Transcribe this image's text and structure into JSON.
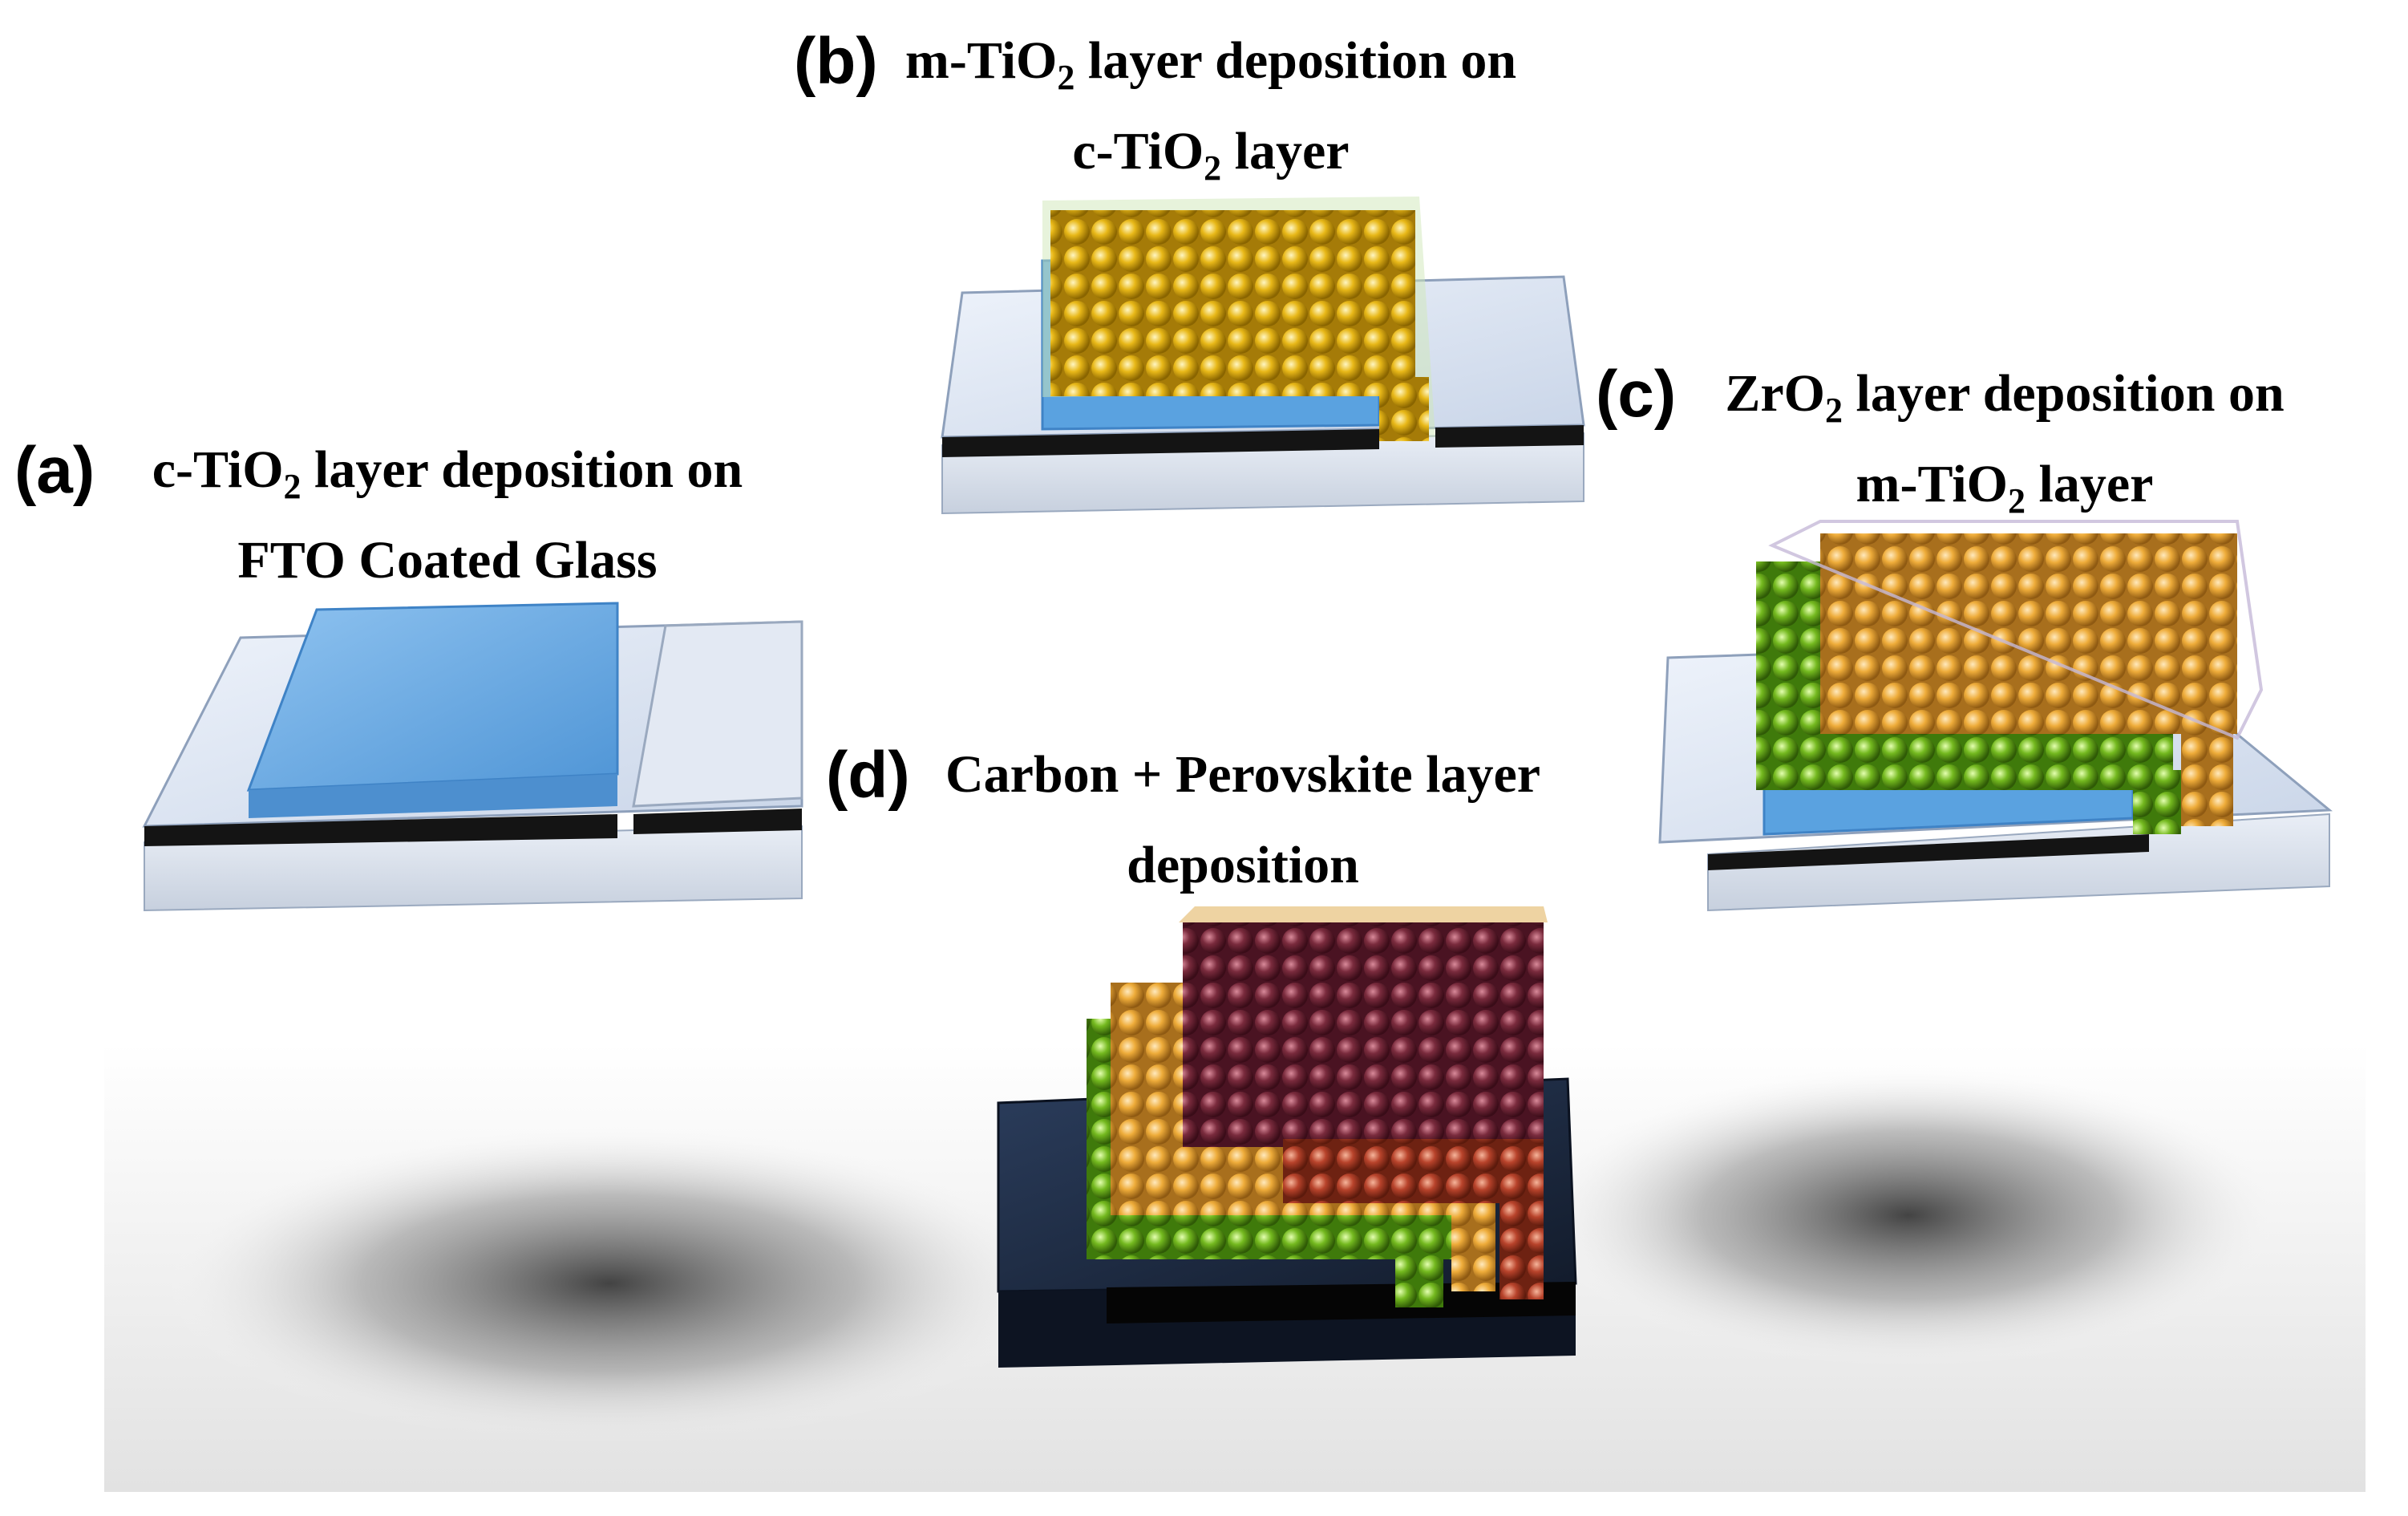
{
  "panels": [
    {
      "id": "a",
      "letter": "(a)",
      "caption_line1_prefix": "c-TiO",
      "caption_line1_sub": "2",
      "caption_line1_suffix": " layer deposition on",
      "caption_line2_prefix": "FTO Coated Glass",
      "caption_line2_sub": "",
      "caption_line2_suffix": ""
    },
    {
      "id": "b",
      "letter": "(b)",
      "caption_line1_prefix": "m-TiO",
      "caption_line1_sub": "2",
      "caption_line1_suffix": " layer deposition on",
      "caption_line2_prefix": "c-TiO",
      "caption_line2_sub": "2",
      "caption_line2_suffix": " layer"
    },
    {
      "id": "c",
      "letter": "(c)",
      "caption_line1_prefix": "ZrO",
      "caption_line1_sub": "2",
      "caption_line1_suffix": " layer deposition on",
      "caption_line2_prefix": "m-TiO",
      "caption_line2_sub": "2",
      "caption_line2_suffix": " layer"
    },
    {
      "id": "d",
      "letter": "(d)",
      "caption_line1_prefix": "Carbon + Perovskite layer",
      "caption_line1_sub": "",
      "caption_line1_suffix": "",
      "caption_line2_prefix": "deposition",
      "caption_line2_sub": "",
      "caption_line2_suffix": ""
    }
  ],
  "colors": {
    "glass": "#dfe6f2",
    "glass_edge": "#aab8cc",
    "fto_dark": "#1a1a1a",
    "c_tio2_blue": "#5aa2e0",
    "m_tio2_yellow": "#e5b416",
    "zro2_green": "#6fb51e",
    "perovskite_gold": "#f0b23c",
    "carbon_maroon": "#7a2b3d",
    "carbon_red": "#b8432b",
    "dark_substrate": "#1c2a40",
    "shadow": "#555555"
  }
}
